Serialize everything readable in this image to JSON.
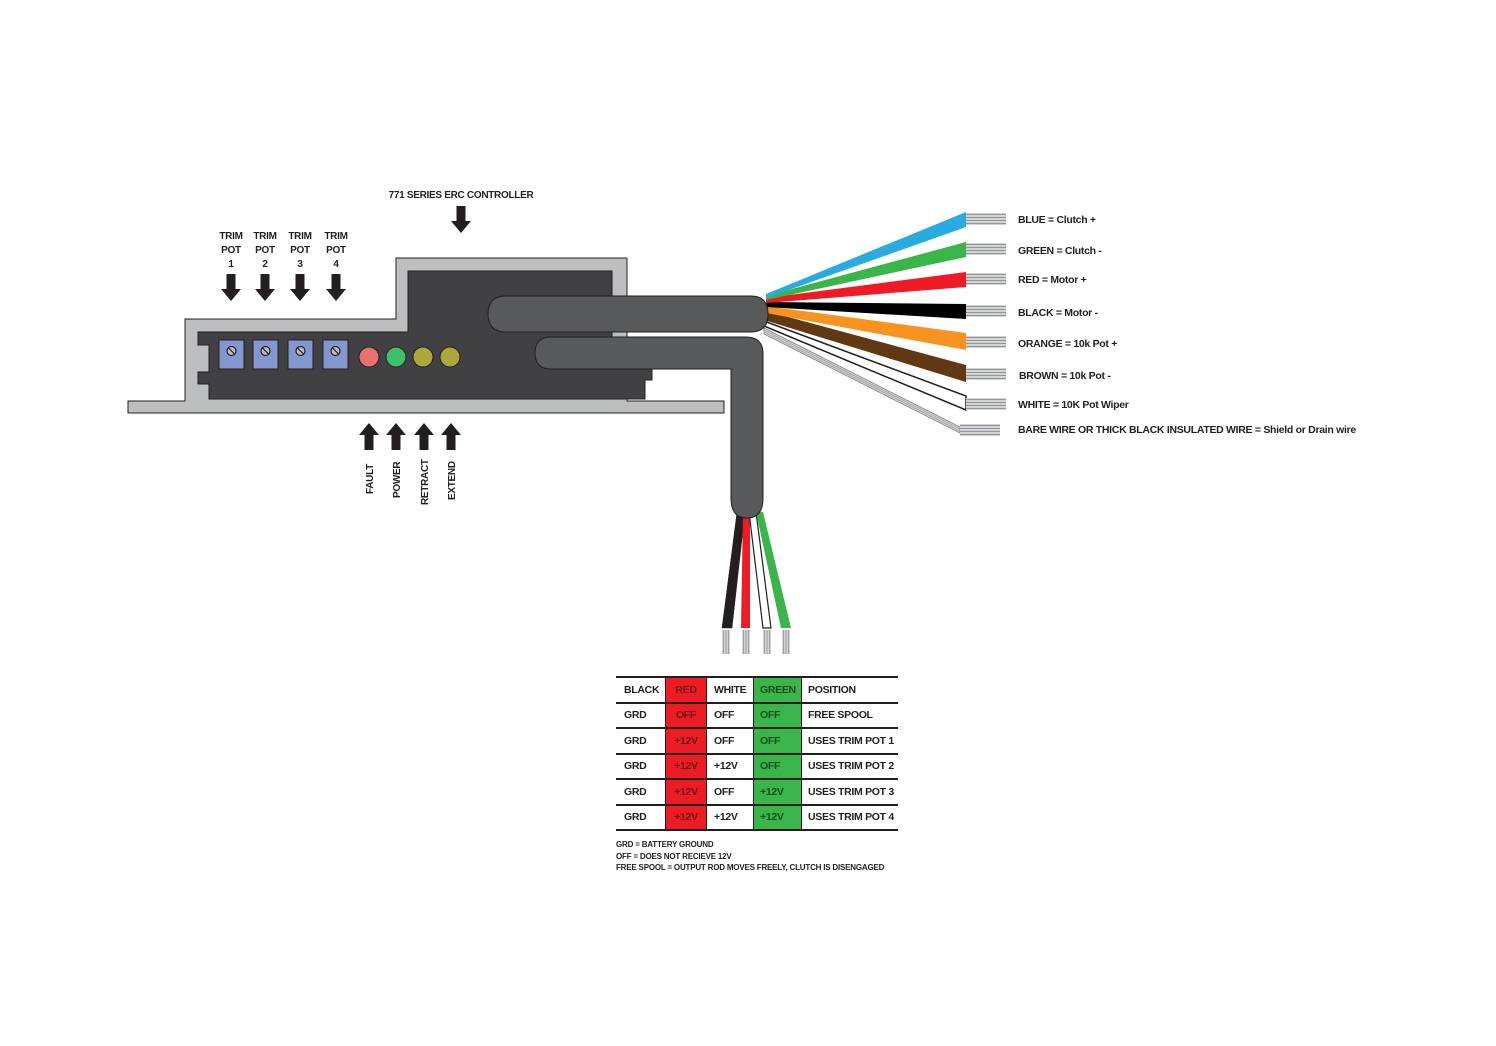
{
  "title": "771 SERIES ERC CONTROLLER",
  "trim_pots": [
    {
      "line1": "TRIM",
      "line2": "POT",
      "line3": "1"
    },
    {
      "line1": "TRIM",
      "line2": "POT",
      "line3": "2"
    },
    {
      "line1": "TRIM",
      "line2": "POT",
      "line3": "3"
    },
    {
      "line1": "TRIM",
      "line2": "POT",
      "line3": "4"
    }
  ],
  "leds": [
    {
      "label": "FAULT",
      "color": "#e8706f"
    },
    {
      "label": "POWER",
      "color": "#3fbf6a"
    },
    {
      "label": "RETRACT",
      "color": "#aaa83c"
    },
    {
      "label": "EXTEND",
      "color": "#aaa83c"
    }
  ],
  "actuator_wires": [
    {
      "color_name": "BLUE",
      "function": "Clutch +",
      "label": "BLUE = Clutch +",
      "hex": "#29abe2"
    },
    {
      "color_name": "GREEN",
      "function": "Clutch -",
      "label": "GREEN = Clutch -",
      "hex": "#39b54a"
    },
    {
      "color_name": "RED",
      "function": "Motor +",
      "label": "RED = Motor +",
      "hex": "#ed1c24"
    },
    {
      "color_name": "BLACK",
      "function": "Motor -",
      "label": "BLACK = Motor -",
      "hex": "#000000"
    },
    {
      "color_name": "ORANGE",
      "function": "10k Pot +",
      "label": "ORANGE = 10k Pot +",
      "hex": "#f7931e"
    },
    {
      "color_name": "BROWN",
      "function": "10k Pot -",
      "label": "BROWN = 10k Pot -",
      "hex": "#603913"
    },
    {
      "color_name": "WHITE",
      "function": "10K Pot Wiper",
      "label": "WHITE = 10K Pot Wiper",
      "hex": "#ffffff"
    },
    {
      "color_name": "BARE WIRE OR THICK BLACK INSULATED WIRE",
      "function": "Shield or Drain wire",
      "label": "BARE WIRE OR THICK BLACK INSULATED WIRE = Shield or Drain wire",
      "hex": "#bcbec0"
    }
  ],
  "input_wires": [
    {
      "color_name": "BLACK",
      "hex": "#231f20"
    },
    {
      "color_name": "RED",
      "hex": "#ed1c24"
    },
    {
      "color_name": "WHITE",
      "hex": "#ffffff"
    },
    {
      "color_name": "GREEN",
      "hex": "#39b54a"
    }
  ],
  "truth_table": {
    "headers": [
      "BLACK",
      "RED",
      "WHITE",
      "GREEN",
      "POSITION"
    ],
    "rows": [
      [
        "GRD",
        "OFF",
        "OFF",
        "OFF",
        "FREE SPOOL"
      ],
      [
        "GRD",
        "+12V",
        "OFF",
        "OFF",
        "USES TRIM POT 1"
      ],
      [
        "GRD",
        "+12V",
        "+12V",
        "OFF",
        "USES TRIM POT 2"
      ],
      [
        "GRD",
        "+12V",
        "OFF",
        "+12V",
        "USES TRIM POT 3"
      ],
      [
        "GRD",
        "+12V",
        "+12V",
        "+12V",
        "USES TRIM POT 4"
      ]
    ]
  },
  "notes": [
    "GRD = BATTERY GROUND",
    "OFF = DOES NOT RECIEVE 12V",
    "FREE SPOOL = OUTPUT ROD MOVES FREELY, CLUTCH IS DISENGAGED"
  ],
  "colors": {
    "housing": "#bcbec0",
    "body": "#414042",
    "cable": "#58595b",
    "trim_pot": "#8497d0",
    "outline": "#231f20"
  }
}
